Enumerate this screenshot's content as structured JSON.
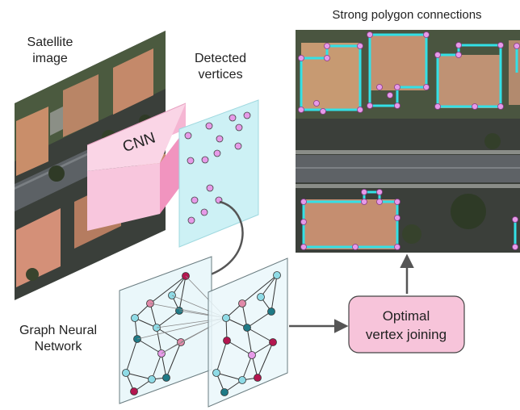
{
  "labels": {
    "satellite_line1": "Satellite",
    "satellite_line2": "image",
    "detected_line1": "Detected",
    "detected_line2": "vertices",
    "cnn": "CNN",
    "gnn_line1": "Graph Neural",
    "gnn_line2": "Network",
    "optimal_line1": "Optimal",
    "optimal_line2": "vertex joining",
    "result_title": "Strong polygon connections"
  },
  "colors": {
    "cnn_front": "#f8c6dd",
    "cnn_side": "#f194bf",
    "detected_plane": "#cdf1f5",
    "vertex_pink": "#e69ae8",
    "polygon_line": "#33e0e6",
    "optimal_box": "#f7c4da",
    "node_crimson": "#b3164f",
    "node_teal": "#1f7a86",
    "node_light_cyan": "#8fdbe6",
    "node_pink": "#e69ae8",
    "node_rose": "#e08aa9",
    "arrow": "#555555"
  }
}
